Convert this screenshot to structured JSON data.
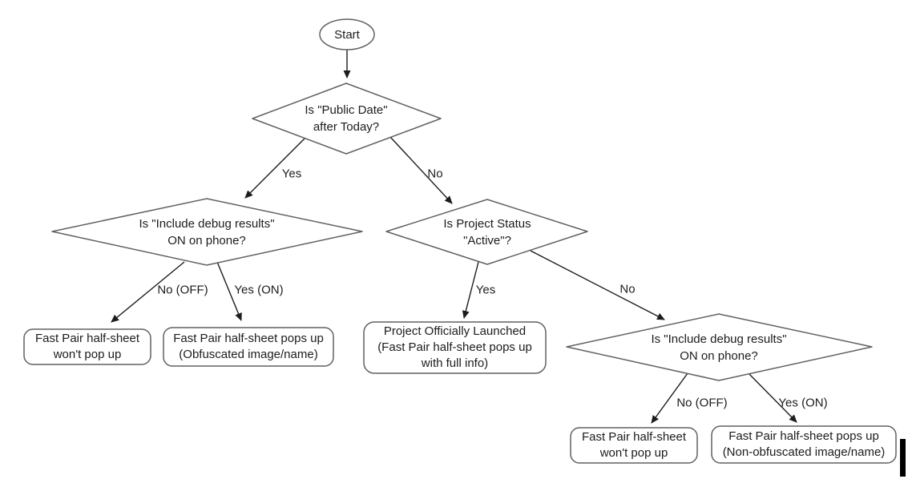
{
  "diagram": {
    "colors": {
      "bg": "#ffffff",
      "shape_stroke": "#616161",
      "arrow": "#1c1c1c",
      "text": "#1c1c1c"
    },
    "nodes": {
      "start": {
        "type": "start",
        "label": "Start"
      },
      "q_public_date": {
        "type": "decision",
        "label": "Is \"Public Date\"\nafter Today?"
      },
      "q_debug_phone_left": {
        "type": "decision",
        "label": "Is \"Include debug results\"\nON on phone?"
      },
      "q_project_status": {
        "type": "decision",
        "label": "Is Project Status\n\"Active\"?"
      },
      "q_debug_phone_right": {
        "type": "decision",
        "label": "Is \"Include debug results\"\nON on phone?"
      },
      "result_no_popup_left": {
        "type": "result",
        "label": "Fast Pair half-sheet\nwon't pop up"
      },
      "result_obfuscated": {
        "type": "result",
        "label": "Fast Pair half-sheet pops up\n(Obfuscated image/name)"
      },
      "result_launched": {
        "type": "result",
        "label": "Project Officially Launched\n(Fast Pair half-sheet pops up\nwith full info)"
      },
      "result_no_popup_right": {
        "type": "result",
        "label": "Fast Pair half-sheet\nwon't pop up"
      },
      "result_non_obfuscated": {
        "type": "result",
        "label": "Fast Pair half-sheet pops up\n(Non-obfuscated image/name)"
      }
    },
    "edge_labels": {
      "public_date_yes": "Yes",
      "public_date_no": "No",
      "debug_left_no": "No (OFF)",
      "debug_left_yes": "Yes (ON)",
      "status_yes": "Yes",
      "status_no": "No",
      "debug_right_no": "No (OFF)",
      "debug_right_yes": "Yes (ON)"
    }
  }
}
